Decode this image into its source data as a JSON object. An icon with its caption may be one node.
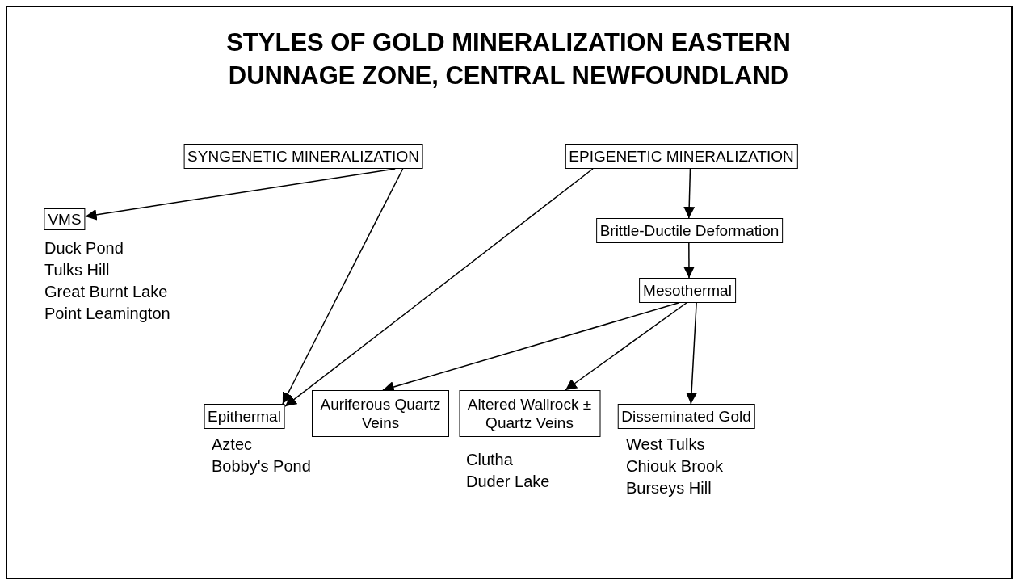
{
  "diagram": {
    "title": "STYLES OF GOLD MINERALIZATION EASTERN DUNNAGE ZONE, CENTRAL NEWFOUNDLAND",
    "nodes": [
      {
        "text": [
          "SYNGENETIC MINERALIZATION"
        ]
      },
      {
        "text": [
          "EPIGENETIC MINERALIZATION"
        ]
      },
      {
        "text": [
          "VMS"
        ],
        "beside": [
          "Duck Pond",
          "Tulks Hill",
          "Great Burnt Lake",
          "Point Leamington"
        ]
      },
      {
        "text": [
          "Brittle-Ductile Deformation"
        ]
      },
      {
        "text": [
          "Mesothermal"
        ]
      },
      {
        "text": [
          "Epithermal"
        ],
        "beside": [
          "Aztec",
          "Bobby's Pond"
        ]
      },
      {
        "text": [
          "Auriferous Quartz Veins"
        ]
      },
      {
        "text": [
          "Altered Wallrock ± Quartz Veins"
        ],
        "beside": [
          "Clutha",
          "Duder Lake"
        ]
      },
      {
        "text": [
          "Disseminated Gold"
        ],
        "beside": [
          "West Tulks",
          "Chiouk Brook",
          "Burseys Hill"
        ]
      }
    ],
    "edges": [
      {
        "from": 0,
        "to": 2,
        "arrow": "to"
      },
      {
        "from": 0,
        "to": 5,
        "arrow": "to"
      },
      {
        "from": 1,
        "to": 5,
        "arrow": "to"
      },
      {
        "from": 1,
        "to": 3,
        "arrow": "to"
      },
      {
        "from": 3,
        "to": 4,
        "arrow": "to"
      },
      {
        "from": 4,
        "to": 6,
        "arrow": "to"
      },
      {
        "from": 4,
        "to": 7,
        "arrow": "to"
      },
      {
        "from": 4,
        "to": 8,
        "arrow": "to"
      }
    ]
  }
}
